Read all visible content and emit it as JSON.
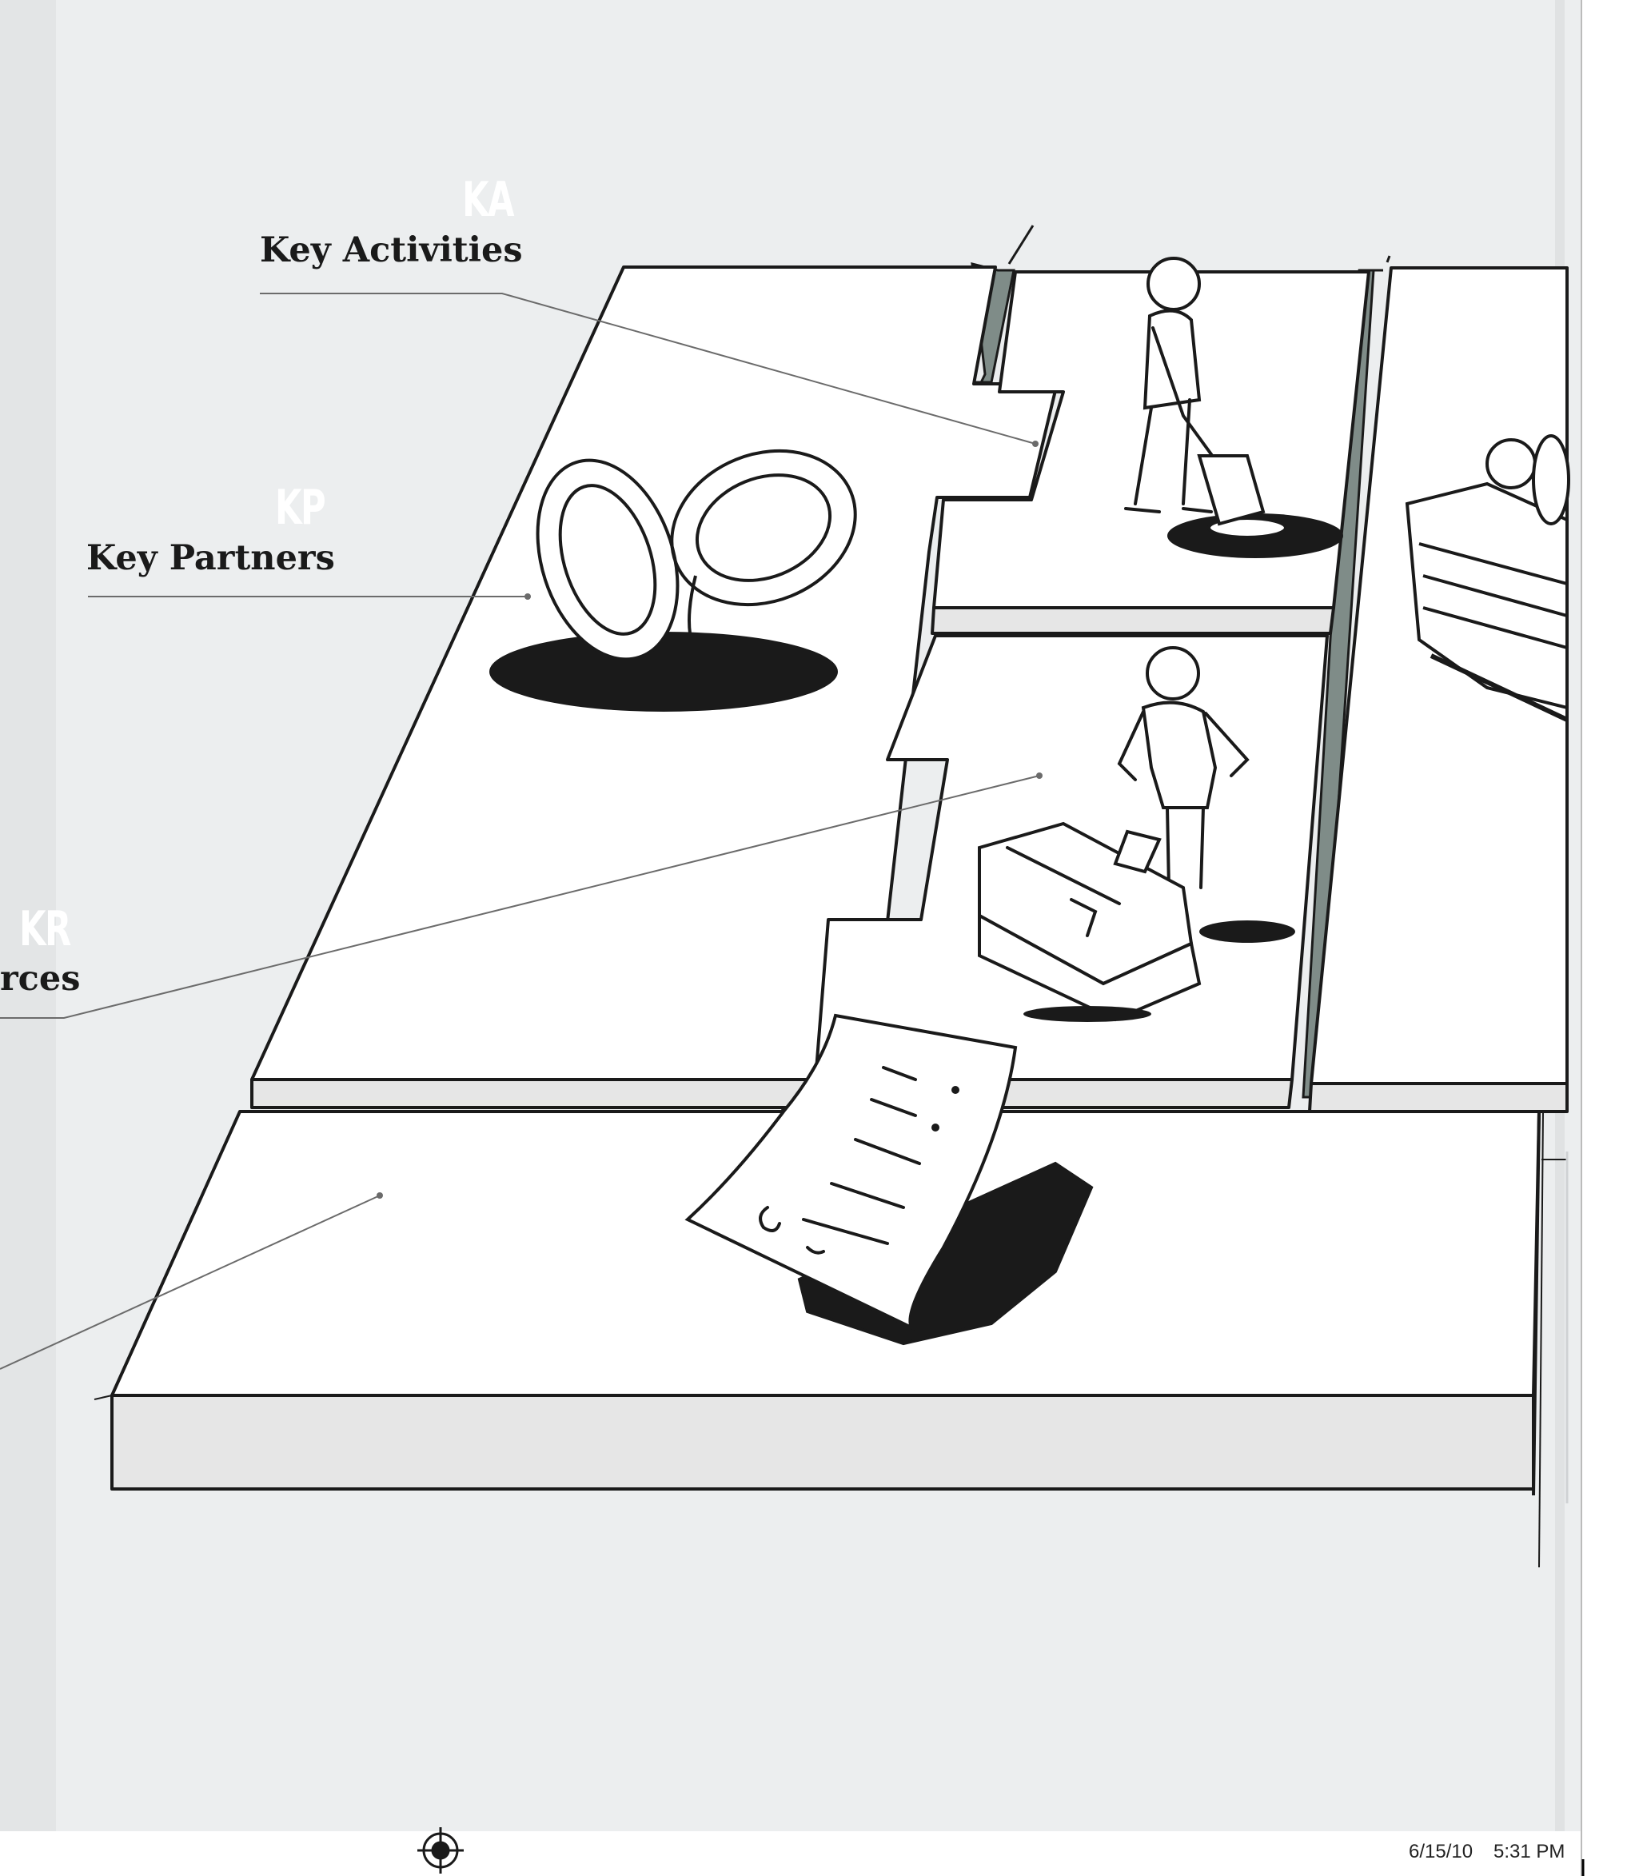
{
  "blocks": [
    {
      "code": "KA",
      "label": "Key Activities"
    },
    {
      "code": "KP",
      "label": "Key Partners"
    },
    {
      "code": "KR",
      "label": "rces"
    }
  ],
  "footer": {
    "date": "6/15/10",
    "time": "5:31 PM"
  },
  "icons": [
    "interlocking-rings-icon",
    "worker-digging-icon",
    "worker-with-boxes-icon",
    "gift-box-icon",
    "cost-document-icon",
    "registration-mark-icon"
  ],
  "colors": {
    "background": "#eceeef",
    "board": "#ffffff",
    "board_side": "#e6e6e6",
    "gap": "#7f8c88",
    "ink": "#1a1a1a"
  }
}
